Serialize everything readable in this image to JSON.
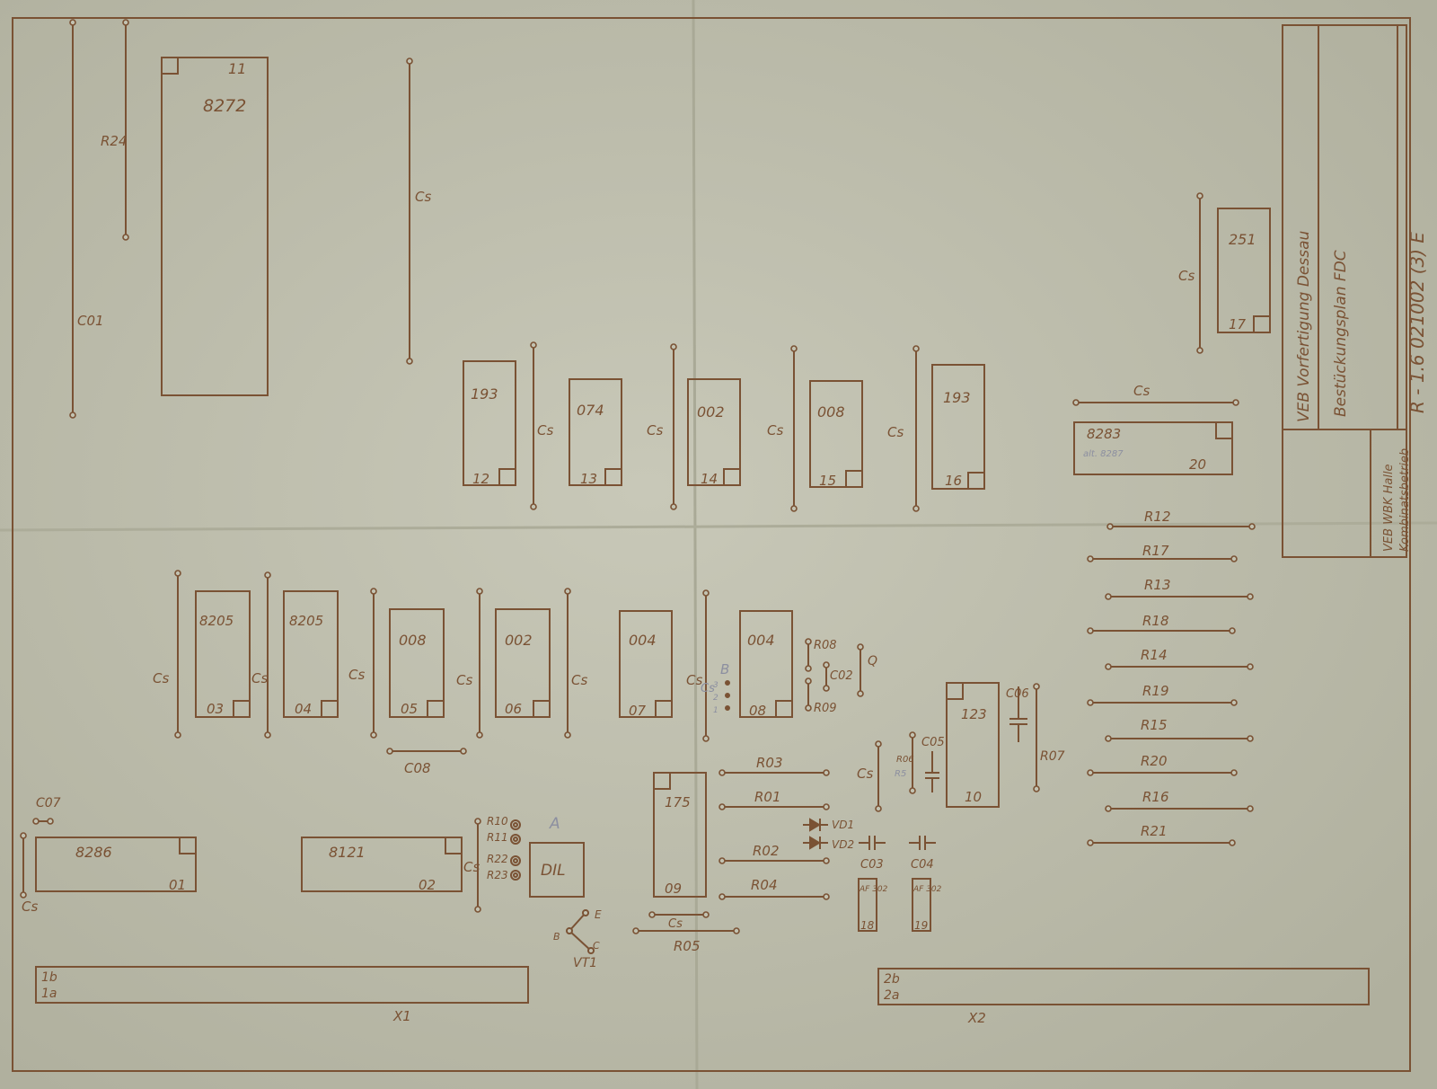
{
  "colors": {
    "paper": "#c2c2b1",
    "ink": "#7a5234"
  },
  "icons": {
    "diode": "diode-icon",
    "capacitor": "capacitor-icon",
    "transistor": "transistor-icon"
  },
  "title_block": {
    "org_main": "VEB Vorfertigung Dessau",
    "title": "Bestückungsplan FDC",
    "drawing_no": "R - 1.6 021002 (3) E",
    "org_line1": "VEB WBK Halle",
    "org_line2": "Kombinatsbetrieb"
  },
  "ics": [
    {
      "name": "11",
      "part": "8272"
    },
    {
      "name": "17",
      "part": "251"
    },
    {
      "name": "12",
      "part": "193"
    },
    {
      "name": "13",
      "part": "074"
    },
    {
      "name": "14",
      "part": "002"
    },
    {
      "name": "15",
      "part": "008"
    },
    {
      "name": "16",
      "part": "193"
    },
    {
      "name": "20",
      "part": "8283",
      "note": "alt. 8287"
    },
    {
      "name": "03",
      "part": "8205"
    },
    {
      "name": "04",
      "part": "8205"
    },
    {
      "name": "05",
      "part": "008"
    },
    {
      "name": "06",
      "part": "002"
    },
    {
      "name": "07",
      "part": "004"
    },
    {
      "name": "08",
      "part": "004"
    },
    {
      "name": "10",
      "part": "123"
    },
    {
      "name": "09",
      "part": "175"
    },
    {
      "name": "01",
      "part": "8286"
    },
    {
      "name": "02",
      "part": "8121"
    },
    {
      "name": "18",
      "part": "AF 302"
    },
    {
      "name": "19",
      "part": "AF 302"
    }
  ],
  "components": [
    "R24",
    "C01",
    "Cs",
    "Cs",
    "Cs",
    "Cs",
    "Cs",
    "Cs",
    "Cs",
    "Cs",
    "Cs",
    "Cs",
    "Cs",
    "Cs",
    "Cs",
    "Cs",
    "Cs",
    "Cs",
    "Cs",
    "Cs",
    "R12",
    "R17",
    "R13",
    "R18",
    "R14",
    "R19",
    "R15",
    "R20",
    "R16",
    "R21",
    "R08",
    "C02",
    "Q",
    "R09",
    "C06",
    "R07",
    "R06",
    "R5",
    "C05",
    "C08",
    "R03",
    "R01",
    "R02",
    "R04",
    "R05",
    "VD1",
    "VD2",
    "C03",
    "C04",
    "C07",
    "R10",
    "R11",
    "R22",
    "R23",
    "A",
    "DIL",
    "E",
    "B",
    "C",
    "VT1",
    "B"
  ],
  "pin_numbers": [
    "3",
    "2",
    "1"
  ],
  "connectors": [
    {
      "name": "X1",
      "rows": [
        "1b",
        "1a"
      ]
    },
    {
      "name": "X2",
      "rows": [
        "2b",
        "2a"
      ]
    }
  ]
}
